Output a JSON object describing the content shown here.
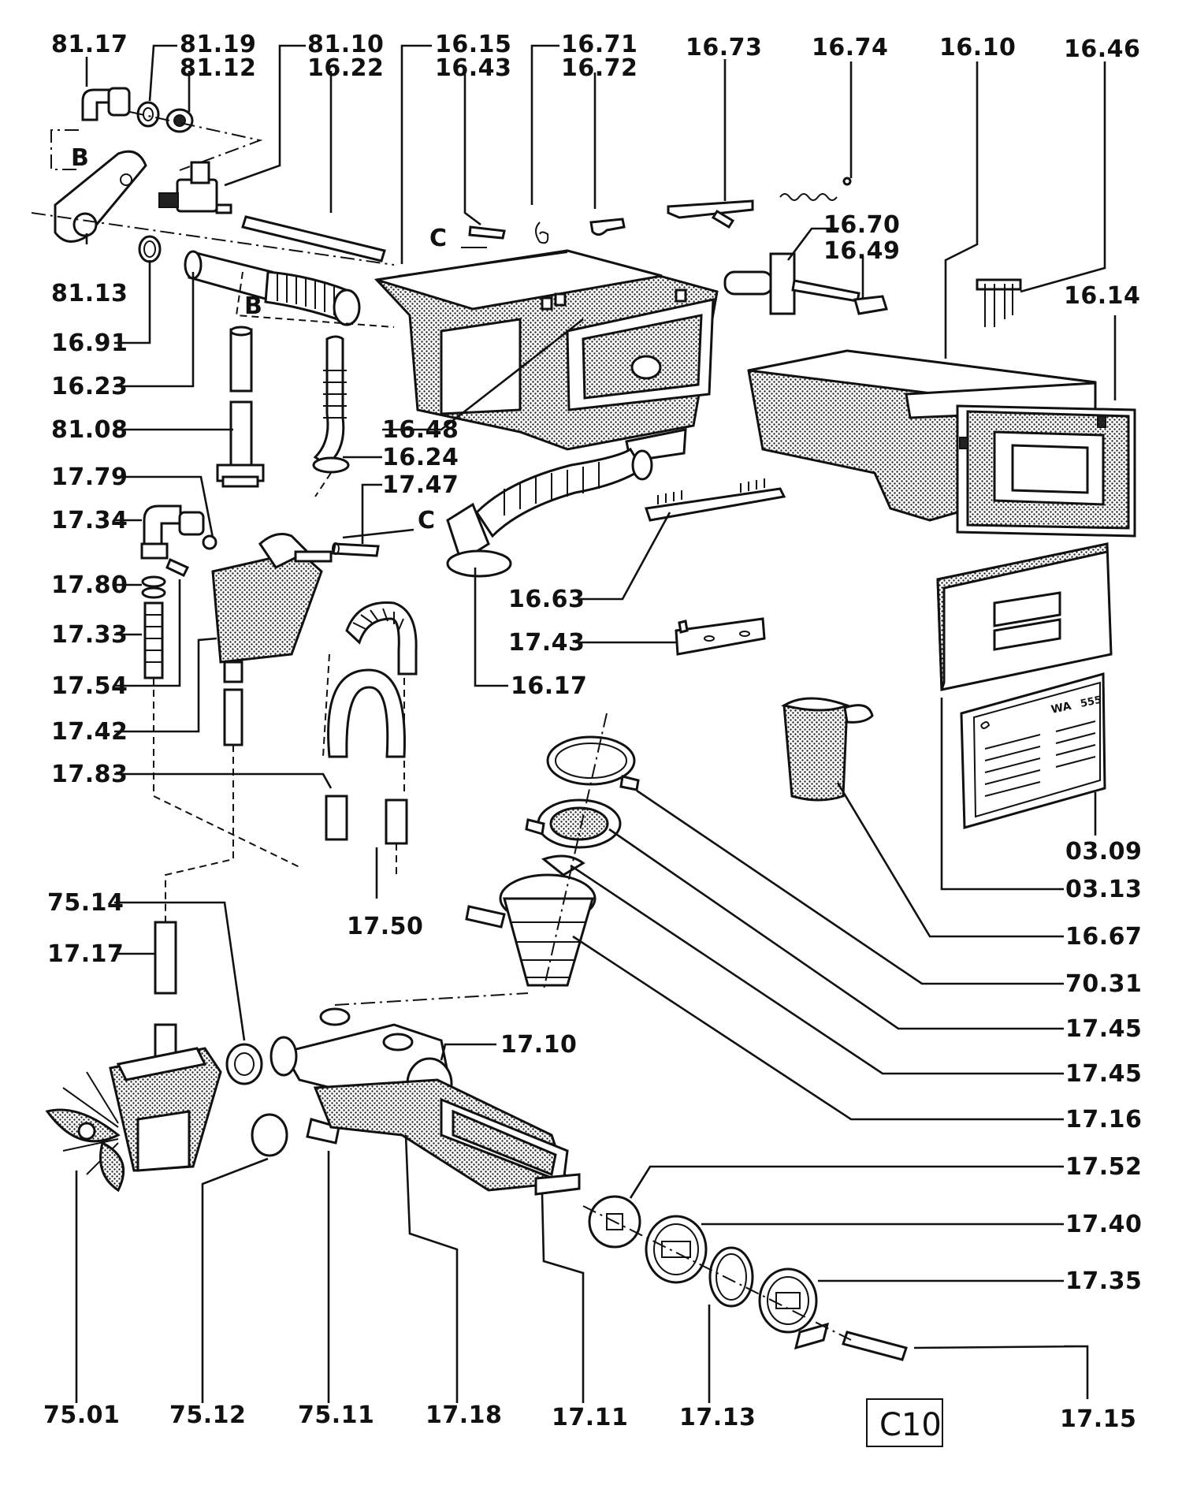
{
  "page_label": "C10",
  "callouts": [
    {
      "id": "c-81-17",
      "text": "81.17"
    },
    {
      "id": "c-81-19",
      "text": "81.19"
    },
    {
      "id": "c-81-12",
      "text": "81.12"
    },
    {
      "id": "c-81-10",
      "text": "81.10"
    },
    {
      "id": "c-16-22",
      "text": "16.22"
    },
    {
      "id": "c-16-15",
      "text": "16.15"
    },
    {
      "id": "c-16-43",
      "text": "16.43"
    },
    {
      "id": "c-16-71",
      "text": "16.71"
    },
    {
      "id": "c-16-72",
      "text": "16.72"
    },
    {
      "id": "c-16-73",
      "text": "16.73"
    },
    {
      "id": "c-16-74",
      "text": "16.74"
    },
    {
      "id": "c-16-10",
      "text": "16.10"
    },
    {
      "id": "c-16-46",
      "text": "16.46"
    },
    {
      "id": "c-16-70",
      "text": "16.70"
    },
    {
      "id": "c-16-49",
      "text": "16.49"
    },
    {
      "id": "c-16-14",
      "text": "16.14"
    },
    {
      "id": "c-81-13",
      "text": "81.13"
    },
    {
      "id": "c-16-91",
      "text": "16.91"
    },
    {
      "id": "c-16-23",
      "text": "16.23"
    },
    {
      "id": "c-81-08",
      "text": "81.08"
    },
    {
      "id": "c-16-48",
      "text": "16.48"
    },
    {
      "id": "c-16-24",
      "text": "16.24"
    },
    {
      "id": "c-17-47",
      "text": "17.47"
    },
    {
      "id": "c-17-79",
      "text": "17.79"
    },
    {
      "id": "c-17-34",
      "text": "17.34"
    },
    {
      "id": "c-17-80",
      "text": "17.80"
    },
    {
      "id": "c-17-33",
      "text": "17.33"
    },
    {
      "id": "c-17-54",
      "text": "17.54"
    },
    {
      "id": "c-17-42",
      "text": "17.42"
    },
    {
      "id": "c-17-83",
      "text": "17.83"
    },
    {
      "id": "c-16-63",
      "text": "16.63"
    },
    {
      "id": "c-17-43",
      "text": "17.43"
    },
    {
      "id": "c-16-17",
      "text": "16.17"
    },
    {
      "id": "c-17-50",
      "text": "17.50"
    },
    {
      "id": "c-03-09",
      "text": "03.09"
    },
    {
      "id": "c-03-13",
      "text": "03.13"
    },
    {
      "id": "c-16-67",
      "text": "16.67"
    },
    {
      "id": "c-70-31",
      "text": "70.31"
    },
    {
      "id": "c-17-45a",
      "text": "17.45"
    },
    {
      "id": "c-17-45b",
      "text": "17.45"
    },
    {
      "id": "c-17-16",
      "text": "17.16"
    },
    {
      "id": "c-75-14",
      "text": "75.14"
    },
    {
      "id": "c-17-17",
      "text": "17.17"
    },
    {
      "id": "c-17-10",
      "text": "17.10"
    },
    {
      "id": "c-17-52",
      "text": "17.52"
    },
    {
      "id": "c-17-40",
      "text": "17.40"
    },
    {
      "id": "c-17-35",
      "text": "17.35"
    },
    {
      "id": "c-17-15",
      "text": "17.15"
    },
    {
      "id": "c-75-01",
      "text": "75.01"
    },
    {
      "id": "c-75-12",
      "text": "75.12"
    },
    {
      "id": "c-75-11",
      "text": "75.11"
    },
    {
      "id": "c-17-18",
      "text": "17.18"
    },
    {
      "id": "c-17-11",
      "text": "17.11"
    },
    {
      "id": "c-17-13",
      "text": "17.13"
    }
  ],
  "connection_letters": {
    "b_top": "B",
    "b_mid": "B",
    "c_top": "C",
    "c_mid": "C"
  },
  "nameplate": {
    "model": "WA",
    "number": "555"
  }
}
